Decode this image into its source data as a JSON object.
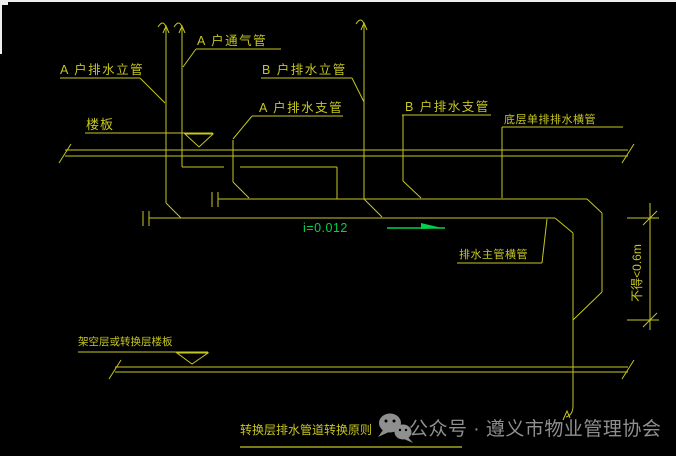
{
  "diagram": {
    "pipe_labels": {
      "a_vent": "A 户通气管",
      "a_stack": "A 户排水立管",
      "b_stack": "B 户排水立管",
      "a_branch": "A 户排水支管",
      "b_branch": "B 户排水支管",
      "bottom_horizontal": "底层单排排水横管",
      "main_horizontal": "排水主管横管"
    },
    "slab_labels": {
      "upper": "楼板",
      "lower": "架空层或转换层楼板"
    },
    "annotations": {
      "slope": "i=0.012",
      "min_clearance": "不得<0.6m"
    },
    "title": "转换层排水管道转换原则"
  },
  "watermark": {
    "label": "公众号 · 遵义市物业管理协会",
    "icon": "wechat-icon"
  },
  "colors": {
    "background": "#000000",
    "line_yellow": "#c6c623",
    "annotation_green": "#00d24a",
    "watermark_gray": "#8f8f8f"
  }
}
